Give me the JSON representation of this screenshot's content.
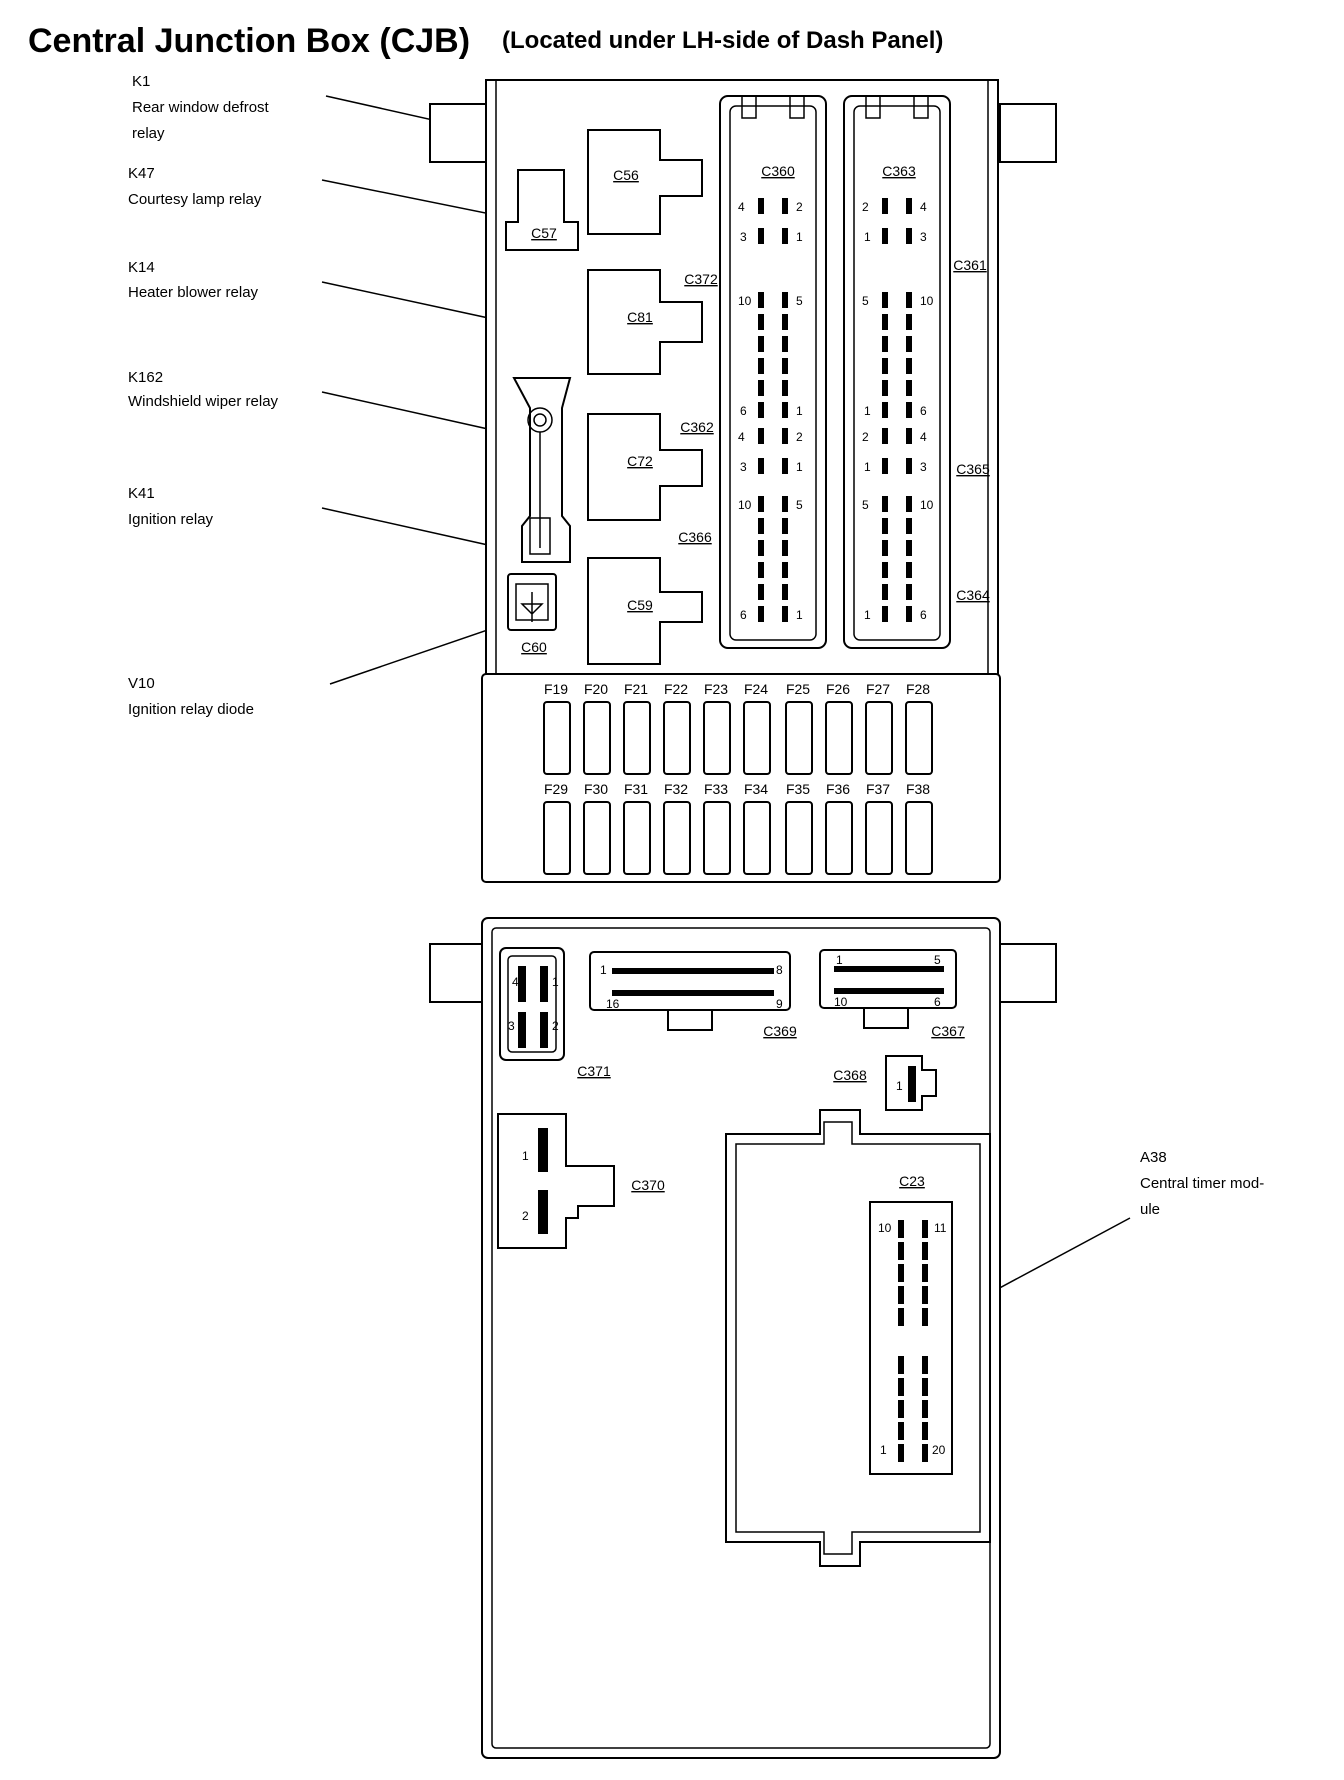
{
  "title": "Central Junction Box (CJB)",
  "subtitle": "(Located under LH-side of Dash Panel)",
  "callouts": [
    {
      "id": "K1",
      "text": "Rear window defrost relay",
      "lines": [
        "Rear window defrost",
        "relay"
      ],
      "target": "C56"
    },
    {
      "id": "K47",
      "text": "Courtesy lamp relay",
      "lines": [
        "Courtesy lamp relay"
      ],
      "target": "C57"
    },
    {
      "id": "K14",
      "text": "Heater blower relay",
      "lines": [
        "Heater blower relay"
      ],
      "target": "C81"
    },
    {
      "id": "K162",
      "text": "Windshield wiper relay",
      "lines": [
        "Windshield wiper relay"
      ],
      "target": "C72"
    },
    {
      "id": "K41",
      "text": "Ignition relay",
      "lines": [
        "Ignition relay"
      ],
      "target": "C59"
    },
    {
      "id": "V10",
      "text": "Ignition relay diode",
      "lines": [
        "Ignition relay diode"
      ],
      "target": "C60"
    },
    {
      "id": "A38",
      "text": "Central timer module",
      "lines": [
        "Central timer mod-",
        "ule"
      ],
      "target": "C23"
    }
  ],
  "relay_sockets": [
    "C56",
    "C57",
    "C81",
    "C72",
    "C59",
    "C60"
  ],
  "connectors_top": [
    {
      "id": "C360",
      "pins": {
        "top_left": "4",
        "top_right": "2",
        "bottom_left": "3",
        "bottom_right": "1"
      }
    },
    {
      "id": "C363",
      "pins": {
        "top_left": "2",
        "top_right": "4",
        "bottom_left": "1",
        "bottom_right": "3"
      }
    },
    {
      "id": "C372",
      "pins": {
        "top_left": "10",
        "top_right": "5",
        "bottom_left": "6",
        "bottom_right": "1"
      }
    },
    {
      "id": "C361",
      "pins": {
        "top_left": "5",
        "top_right": "10",
        "bottom_left": "1",
        "bottom_right": "6"
      }
    },
    {
      "id": "C362",
      "pins": {
        "top_left": "4",
        "top_right": "2",
        "bottom_left": "3",
        "bottom_right": "1"
      }
    },
    {
      "id": "C365",
      "pins": {
        "top_left": "2",
        "top_right": "4",
        "bottom_left": "1",
        "bottom_right": "3"
      }
    },
    {
      "id": "C366",
      "pins": {
        "top_left": "10",
        "top_right": "5",
        "bottom_left": "6",
        "bottom_right": "1"
      }
    },
    {
      "id": "C364",
      "pins": {
        "top_left": "5",
        "top_right": "10",
        "bottom_left": "1",
        "bottom_right": "6"
      }
    }
  ],
  "fuses_row1": [
    "F19",
    "F20",
    "F21",
    "F22",
    "F23",
    "F24",
    "F25",
    "F26",
    "F27",
    "F28"
  ],
  "fuses_row2": [
    "F29",
    "F30",
    "F31",
    "F32",
    "F33",
    "F34",
    "F35",
    "F36",
    "F37",
    "F38"
  ],
  "connectors_bottom": [
    {
      "id": "C371",
      "pins": [
        "4",
        "1",
        "3",
        "2"
      ]
    },
    {
      "id": "C369",
      "pins": [
        "1",
        "8",
        "16",
        "9"
      ]
    },
    {
      "id": "C367",
      "pins": [
        "1",
        "5",
        "10",
        "6"
      ]
    },
    {
      "id": "C368",
      "pins": [
        "1"
      ]
    },
    {
      "id": "C370",
      "pins": [
        "1",
        "2"
      ]
    },
    {
      "id": "C23",
      "pins": [
        "10",
        "11",
        "1",
        "20"
      ]
    }
  ]
}
